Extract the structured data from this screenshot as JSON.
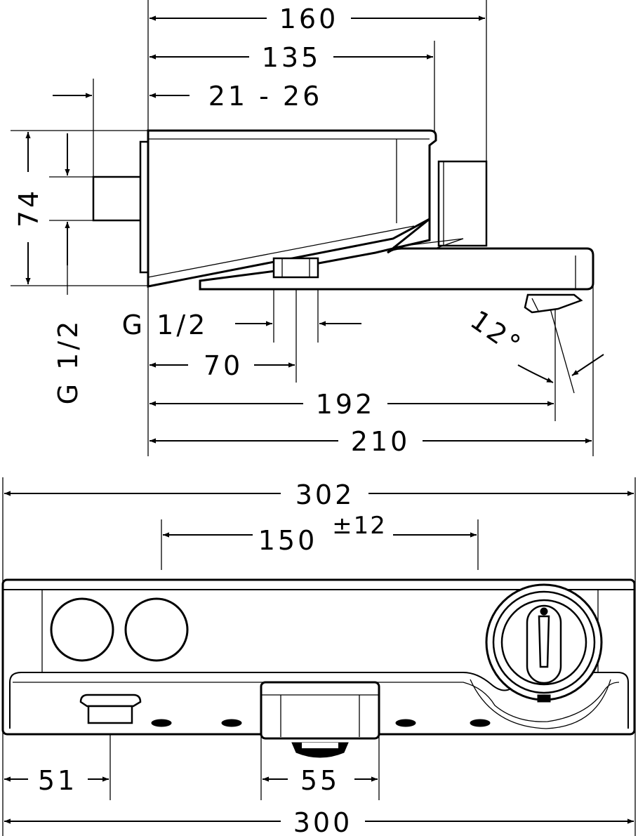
{
  "side_view": {
    "dim_160": "160",
    "dim_135": "135",
    "dim_21_26": "21 - 26",
    "dim_74": "74",
    "thread_connection": "G 1/2",
    "thread_outlet": "G 1/2",
    "dim_70": "70",
    "dim_192": "192",
    "dim_210": "210",
    "angle": "12°"
  },
  "front_view": {
    "dim_302": "302",
    "dim_150": "150",
    "tolerance": "±12",
    "dim_51": "51",
    "dim_55": "55",
    "dim_300": "300"
  }
}
